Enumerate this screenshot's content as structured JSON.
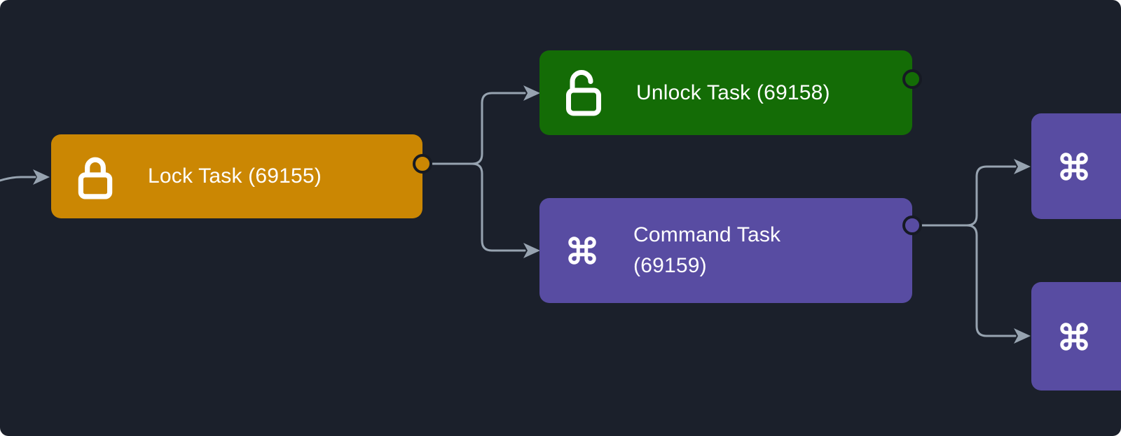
{
  "canvas": {
    "background_color": "#1B202B",
    "edge_color": "#97A3B0",
    "port_ring_color": "#161A23",
    "text_color": "#FFFFFF"
  },
  "nodes": [
    {
      "id": "lock-69155",
      "label": "Lock Task (69155)",
      "icon": "lock-closed-icon",
      "color": "#CB8703"
    },
    {
      "id": "unlock-69158",
      "label": "Unlock Task (69158)",
      "icon": "lock-open-icon",
      "color": "#146C06"
    },
    {
      "id": "command-69159",
      "label": "Command Task\n(69159)",
      "icon": "command-icon",
      "color": "#584CA2"
    },
    {
      "id": "command-right-top",
      "label": "",
      "icon": "command-icon",
      "color": "#584CA2"
    },
    {
      "id": "command-right-bottom",
      "label": "",
      "icon": "command-icon",
      "color": "#584CA2"
    }
  ],
  "edges": [
    {
      "from": "offscreen-left",
      "to": "lock-69155"
    },
    {
      "from": "lock-69155",
      "to": "unlock-69158"
    },
    {
      "from": "lock-69155",
      "to": "command-69159"
    },
    {
      "from": "command-69159",
      "to": "command-right-top"
    },
    {
      "from": "command-69159",
      "to": "command-right-bottom"
    }
  ]
}
